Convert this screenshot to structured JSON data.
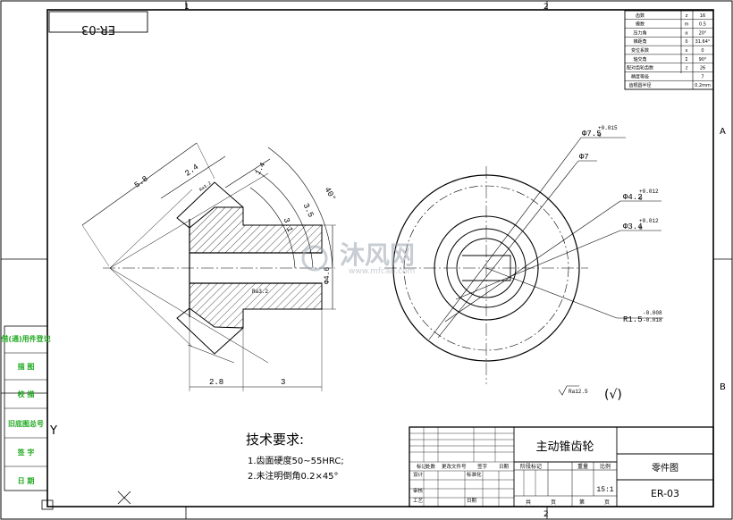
{
  "drawing_code": "ER-03",
  "drawing_code_rotated": "ER-03",
  "zone_marks": {
    "top_1": "1",
    "top_2": "2",
    "right_a": "A",
    "right_b": "B",
    "bottom_2": "2",
    "left_y": "Y"
  },
  "gear_params": {
    "rows": [
      {
        "name": "齿数",
        "sym": "z",
        "val": "16"
      },
      {
        "name": "模数",
        "sym": "m",
        "val": "0.5"
      },
      {
        "name": "压力角",
        "sym": "α",
        "val": "20°"
      },
      {
        "name": "锥距角",
        "sym": "δ",
        "val": "31.64°"
      },
      {
        "name": "变位系数",
        "sym": "x",
        "val": "0"
      },
      {
        "name": "轴交角",
        "sym": "Σ",
        "val": "90°"
      },
      {
        "name": "配对齿轮齿数",
        "sym": "z",
        "val": "26"
      },
      {
        "name": "精度等级",
        "sym": "",
        "val": "7"
      },
      {
        "name": "齿根圆半径",
        "sym": "",
        "val": "0.2mm"
      }
    ]
  },
  "side_view": {
    "dims": {
      "d58": "5.8",
      "d24": "2.4",
      "d14": "1.4",
      "d31": "3.1",
      "d35": "3.5",
      "d40": "40°",
      "d46": "Φ4.6",
      "d28": "2.8",
      "d3": "3"
    },
    "roughness": [
      "Ra3.2",
      "Ra3.2"
    ]
  },
  "front_view": {
    "dims": {
      "phi75": "Φ7.5",
      "phi75_tol": "+0.015",
      "phi75_tol0": "0",
      "phi7": "Φ7",
      "phi42": "Φ4.2",
      "phi42_tol": "+0.012",
      "phi42_tol0": "0",
      "phi34": "Φ3.4",
      "phi34_tol": "+0.012",
      "phi34_tol0": "0",
      "r15": "R1.5",
      "r15_tol1": "-0.008",
      "r15_tol2": "-0.018"
    },
    "roughness": "Ra12.5",
    "roughness_other": "(√)"
  },
  "tech_req": {
    "title": "技术要求:",
    "items": [
      "1.齿面硬度50~55HRC;",
      "2.未注明倒角0.2×45°"
    ]
  },
  "left_strip": [
    "借(通)用件登记",
    "描 图",
    "校 描",
    "旧底图总号",
    "签 字",
    "日 期"
  ],
  "title_block": {
    "part_name": "主动锥齿轮",
    "drawing_type": "零件图",
    "code": "ER-03",
    "scale": "15:1",
    "labels": {
      "mark": "标记",
      "count": "处数",
      "change_no": "更改文件号",
      "sign": "签字",
      "date": "日期",
      "design": "设计",
      "standard": "标准化",
      "review": "审核",
      "process": "工艺",
      "date2": "日期",
      "stage": "阶段标记",
      "weight": "重量",
      "ratio": "比例",
      "total": "共",
      "pages": "页",
      "sheet": "第",
      "sheet_page": "页"
    }
  },
  "watermark": {
    "brand": "沐风网",
    "url": "www.mfcad.com"
  }
}
